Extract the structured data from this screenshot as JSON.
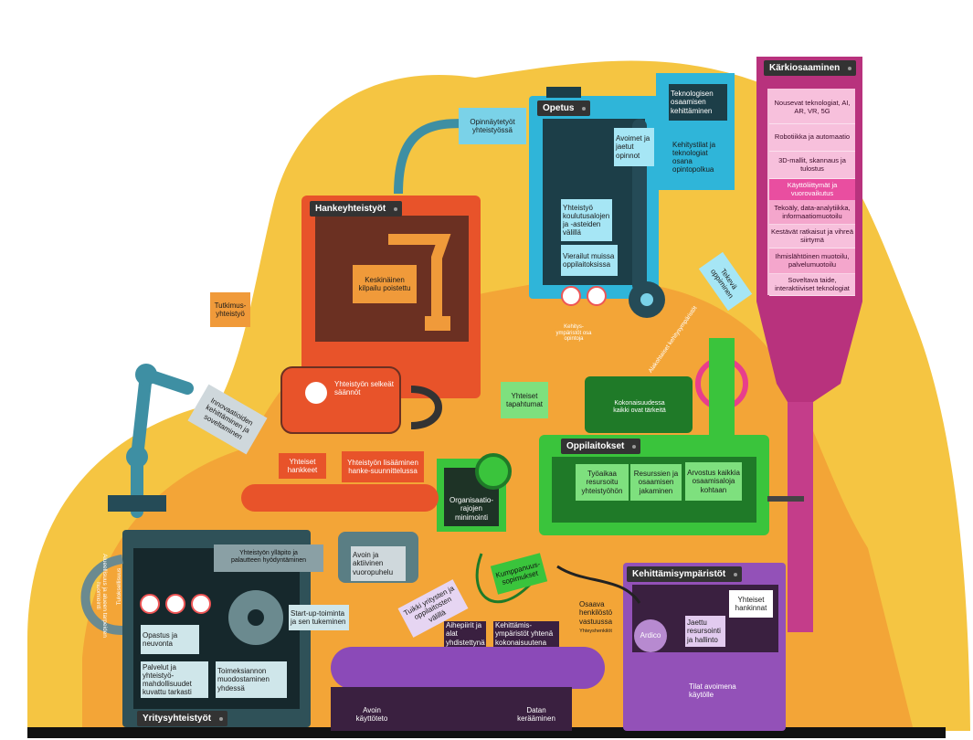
{
  "sections": {
    "hankeyhteistyot": "Hankeyhteistyöt",
    "opetus": "Opetus",
    "karkiosaaminen": "Kärkiosaaminen",
    "oppilaitokset": "Oppilaitokset",
    "kehittamisymparistot": "Kehittämisympäristöt",
    "yritysyhteistyot": "Yritysyhteistyöt"
  },
  "labels": {
    "opinnaytetyot": "Opinnäytetyöt yhteistyössä",
    "tutkimusyhteistyo": "Tutkimus-yhteistyö",
    "keskinainen_kilpailu": "Keskinäinen kilpailu poistettu",
    "yhteistyon_selkeat_saannot": "Yhteistyön selkeät säännöt",
    "innovaatioiden_kehittaminen": "Innovaatioiden kehittäminen ja soveltaminen",
    "yhteiset_hankkeet": "Yhteiset hankkeet",
    "yhteistyon_lisaaminen": "Yhteistyön lisääminen hanke-suunnittelussa",
    "organisaatiorajojen": "Organisaatio-rajojen minimointi",
    "avoimet_jaetut": "Avoimet ja jaetut opinnot",
    "yhteistyo_koulutusalojen": "Yhteistyö koulutusalojen ja -asteiden välillä",
    "vierailut": "Vierailut muissa oppilaitoksissa",
    "teknologisen_osaamisen": "Teknologisen osaamisen kehittäminen",
    "kehitystilat": "Kehitystilat ja teknologiat osana opintopolkua",
    "tekeva_oppiminen": "Tekevä oppiminen",
    "kehitysymparistot_osa": "Kehitys-ympäristöt osa opintoja",
    "yhteiset_tapahtumat": "Yhteiset tapahtumat",
    "kokonaisuudessa": "Kokonaisuudessa kaikki ovat tärkeitä",
    "alakohtaiset": "Alakohtaiset kehitysympäristöt",
    "tyoaikaa": "Työaikaa resursoitu yhteistyöhön",
    "resurssien": "Resurssien ja osaamisen jakaminen",
    "arvostus": "Arvostus kaikkia osaamisaloja kohtaan",
    "kumppanuussopimukset": "Kumppanuus-sopimukset",
    "osaava_henkilosto": "Osaava henkilöstö vastuussa",
    "yhteyshenkilot": "Yhteyshenkilöt",
    "ardico": "Ardico",
    "yhteiset_hankinnat": "Yhteiset hankinnat",
    "jaettu_resursointi": "Jaettu resursointi ja hallinto",
    "tilat_avoimena": "Tilat avoimena käytölle",
    "yhteistyon_yllapito": "Yhteistyön ylläpito ja palautteen hyödyntäminen",
    "avoin_vuoropuhelu": "Avoin ja aktiivinen vuoropuhelu",
    "tuloksellisuus": "Tuloksellisuus",
    "alueellisuus": "Alueellisuus ja alueen tarpeiden huomiointi",
    "opastus": "Opastus ja neuvonta",
    "palvelut": "Palvelut ja yhteistyö-mahdollisuudet kuvattu tarkasti",
    "toimeksiannon": "Toimeksiannon muodostaminen yhdessä",
    "startup": "Start-up-toiminta ja sen tukeminen",
    "tuikki": "Tuikki yritysten ja oppilaitosten välillä",
    "aihepiirit": "Aihepiirit ja alat yhdistettynä",
    "kehittamisymparistot_yhtena": "Kehittämis-ympäristöt yhtenä kokonaisuutena",
    "avoin_kayttoteto": "Avoin käyttöteto",
    "datan_keraaminen": "Datan kerääminen"
  },
  "karki_items": [
    "Nousevat teknologiat, AI, AR, VR, 5G",
    "Robotiikka ja automaatio",
    "3D-mallit, skannaus ja tulostus",
    "Käyttöliittymät ja vuorovaikutus",
    "Tekoäly, data-analytiikka, informaatiomuotoilu",
    "Kestävät ratkaisut ja vihreä siirtymä",
    "Ihmislähtöinen muotoilu, palvelumuotoilu",
    "Soveltava taide, interaktiiviset teknologiat"
  ],
  "colors": {
    "blob_outer": "#f5c542",
    "blob_inner": "#f3a537",
    "hanke": "#e8532a",
    "opetus": "#2fb5d9",
    "karki": "#b8327d",
    "oppilaitokset": "#3ac43c",
    "kehittamis": "#9351b8",
    "yritys": "#2f5158"
  }
}
